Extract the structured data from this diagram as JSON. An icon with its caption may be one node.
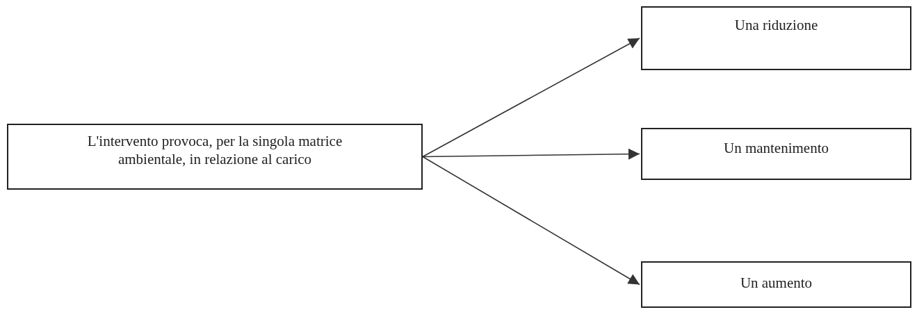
{
  "diagram": {
    "nodes": [
      {
        "text": [
          "L'intervento provoca, per la singola matrice ambientale, in relazione al carico"
        ]
      },
      {
        "text": [
          "Una riduzione"
        ]
      },
      {
        "text": [
          "Un mantenimento"
        ]
      },
      {
        "text": [
          "Un aumento"
        ]
      }
    ],
    "edges": [
      {
        "from": 0,
        "to": 1,
        "arrow": "to"
      },
      {
        "from": 0,
        "to": 2,
        "arrow": "to"
      },
      {
        "from": 0,
        "to": 3,
        "arrow": "to"
      }
    ]
  }
}
